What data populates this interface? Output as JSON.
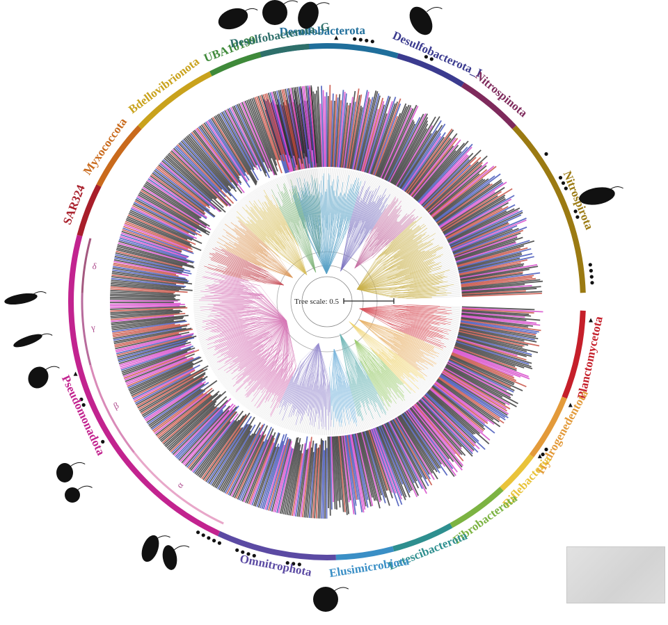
{
  "tree": {
    "scale_label": "Tree scale: 0.5",
    "phyla": [
      {
        "name": "Desulfobacterota",
        "color": "#1f6e9b"
      },
      {
        "name": "Desulfobacterota_I",
        "color": "#3b3b8f"
      },
      {
        "name": "Nitrospinota",
        "color": "#7e2a5c"
      },
      {
        "name": "Nitrospirota",
        "color": "#9b7a12"
      },
      {
        "name": "Planctomycetota",
        "color": "#c51f2a"
      },
      {
        "name": "Hydrogenedentota",
        "color": "#e39a3a"
      },
      {
        "name": "Riflebacteria",
        "color": "#e9c33a"
      },
      {
        "name": "Fibrobacterota",
        "color": "#7cb342"
      },
      {
        "name": "Latescibacterota",
        "color": "#2e8f8f"
      },
      {
        "name": "Elusimicrobiota",
        "color": "#3a8fc6"
      },
      {
        "name": "Omnitrophota",
        "color": "#5b4aa3"
      },
      {
        "name": "Pseudomonadota",
        "color": "#c2238f"
      },
      {
        "name": "SAR324",
        "color": "#a81e2a"
      },
      {
        "name": "Myxococcota",
        "color": "#c96a1c"
      },
      {
        "name": "Bdellovibrionota",
        "color": "#c9a21c"
      },
      {
        "name": "UBA10199",
        "color": "#3f8a3a"
      },
      {
        "name": "Desulfobacterota_G",
        "color": "#2e6f6a"
      }
    ],
    "subclade_letters": [
      "α",
      "β",
      "γ",
      "δ"
    ]
  }
}
